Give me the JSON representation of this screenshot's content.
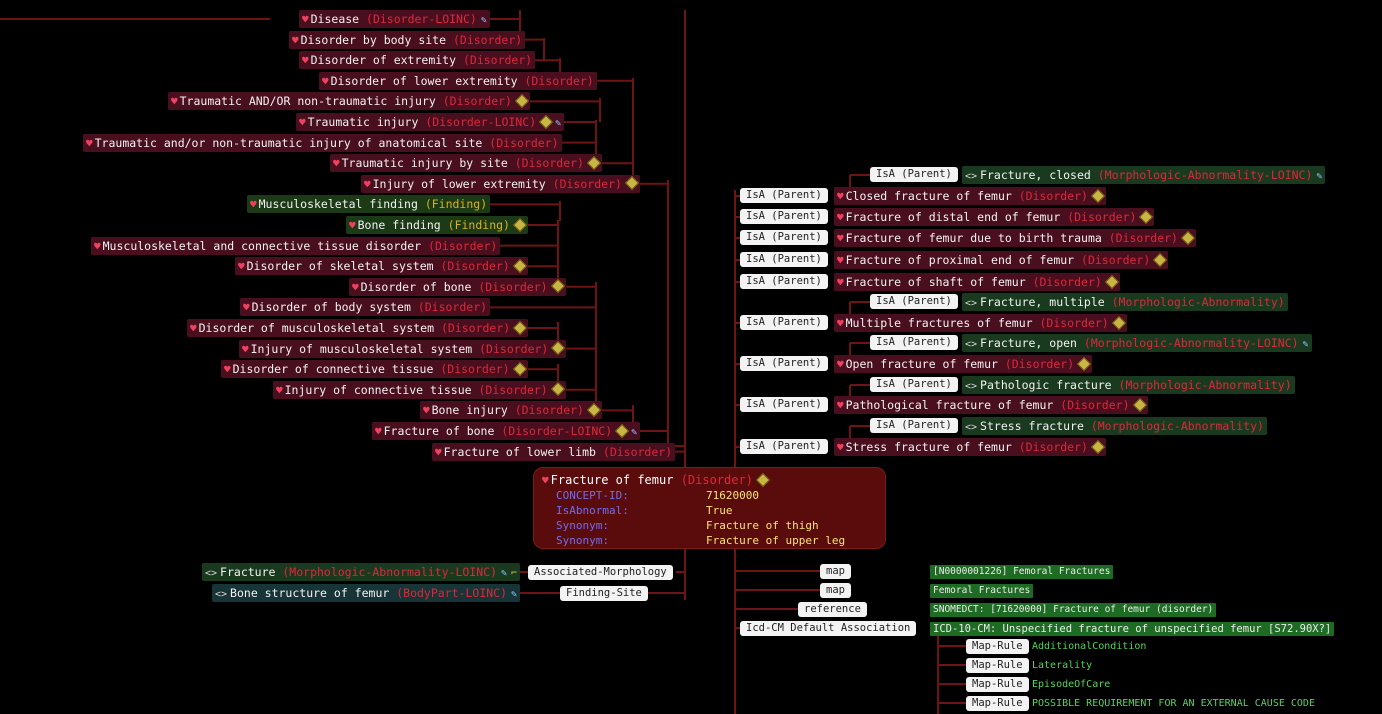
{
  "ancestors": [
    {
      "label": "Disease",
      "sem": "(Disorder-LOINC)",
      "kind": "disorder",
      "heart": true,
      "diamond": false,
      "pen": true
    },
    {
      "label": "Disorder by body site",
      "sem": "(Disorder)",
      "kind": "disorder",
      "heart": true,
      "diamond": false,
      "pen": false
    },
    {
      "label": "Disorder of extremity",
      "sem": "(Disorder)",
      "kind": "disorder",
      "heart": true,
      "diamond": false,
      "pen": false
    },
    {
      "label": "Disorder of lower extremity",
      "sem": "(Disorder)",
      "kind": "disorder",
      "heart": true,
      "diamond": false,
      "pen": false
    },
    {
      "label": "Traumatic AND/OR non-traumatic injury",
      "sem": "(Disorder)",
      "kind": "disorder",
      "heart": true,
      "diamond": true,
      "pen": false
    },
    {
      "label": "Traumatic injury",
      "sem": "(Disorder-LOINC)",
      "kind": "disorder",
      "heart": true,
      "diamond": true,
      "pen": true
    },
    {
      "label": "Traumatic and/or non-traumatic injury of anatomical site",
      "sem": "(Disorder)",
      "kind": "disorder",
      "heart": true,
      "diamond": false,
      "pen": false
    },
    {
      "label": "Traumatic injury by site",
      "sem": "(Disorder)",
      "kind": "disorder",
      "heart": true,
      "diamond": true,
      "pen": false
    },
    {
      "label": "Injury of lower extremity",
      "sem": "(Disorder)",
      "kind": "disorder",
      "heart": true,
      "diamond": true,
      "pen": false
    },
    {
      "label": "Musculoskeletal finding",
      "sem": "(Finding)",
      "kind": "finding",
      "heart": true,
      "diamond": false,
      "pen": false
    },
    {
      "label": "Bone finding",
      "sem": "(Finding)",
      "kind": "finding",
      "heart": true,
      "diamond": true,
      "pen": false
    },
    {
      "label": "Musculoskeletal and connective tissue disorder",
      "sem": "(Disorder)",
      "kind": "disorder",
      "heart": true,
      "diamond": false,
      "pen": false
    },
    {
      "label": "Disorder of skeletal system",
      "sem": "(Disorder)",
      "kind": "disorder",
      "heart": true,
      "diamond": true,
      "pen": false
    },
    {
      "label": "Disorder of bone",
      "sem": "(Disorder)",
      "kind": "disorder",
      "heart": true,
      "diamond": true,
      "pen": false
    },
    {
      "label": "Disorder of body system",
      "sem": "(Disorder)",
      "kind": "disorder",
      "heart": true,
      "diamond": false,
      "pen": false
    },
    {
      "label": "Disorder of musculoskeletal system",
      "sem": "(Disorder)",
      "kind": "disorder",
      "heart": true,
      "diamond": true,
      "pen": false
    },
    {
      "label": "Injury of musculoskeletal system",
      "sem": "(Disorder)",
      "kind": "disorder",
      "heart": true,
      "diamond": true,
      "pen": false
    },
    {
      "label": "Disorder of connective tissue",
      "sem": "(Disorder)",
      "kind": "disorder",
      "heart": true,
      "diamond": true,
      "pen": false
    },
    {
      "label": "Injury of connective tissue",
      "sem": "(Disorder)",
      "kind": "disorder",
      "heart": true,
      "diamond": true,
      "pen": false
    },
    {
      "label": "Bone injury",
      "sem": "(Disorder)",
      "kind": "disorder",
      "heart": true,
      "diamond": true,
      "pen": false
    },
    {
      "label": "Fracture of bone",
      "sem": "(Disorder-LOINC)",
      "kind": "disorder",
      "heart": true,
      "diamond": true,
      "pen": true
    },
    {
      "label": "Fracture of lower limb",
      "sem": "(Disorder)",
      "kind": "disorder",
      "heart": true,
      "diamond": false,
      "pen": false
    }
  ],
  "focus": {
    "label": "Fracture of femur",
    "sem": "(Disorder)",
    "properties": [
      {
        "key": "CONCEPT-ID:",
        "value": "71620000"
      },
      {
        "key": "IsAbnormal:",
        "value": "True"
      },
      {
        "key": "Synonym:",
        "value": "Fracture of thigh"
      },
      {
        "key": "Synonym:",
        "value": "Fracture of upper leg"
      }
    ]
  },
  "attributes": [
    {
      "label": "Fracture",
      "sem": "(Morphologic-Abnormality-LOINC)",
      "kind": "morph",
      "relation": "Associated-Morphology"
    },
    {
      "label": "Bone structure of femur",
      "sem": "(BodyPart-LOINC)",
      "kind": "body",
      "relation": "Finding-Site"
    }
  ],
  "children": [
    {
      "relation": "IsA (Parent)",
      "label": "Closed fracture of femur",
      "sem": "(Disorder)",
      "parent": {
        "relation": "IsA (Parent)",
        "label": "Fracture, closed",
        "sem": "(Morphologic-Abnormality-LOINC)"
      }
    },
    {
      "relation": "IsA (Parent)",
      "label": "Fracture of distal end of femur",
      "sem": "(Disorder)"
    },
    {
      "relation": "IsA (Parent)",
      "label": "Fracture of femur due to birth trauma",
      "sem": "(Disorder)"
    },
    {
      "relation": "IsA (Parent)",
      "label": "Fracture of proximal end of femur",
      "sem": "(Disorder)"
    },
    {
      "relation": "IsA (Parent)",
      "label": "Fracture of shaft of femur",
      "sem": "(Disorder)"
    },
    {
      "relation": "IsA (Parent)",
      "label": "Multiple fractures of femur",
      "sem": "(Disorder)",
      "parent": {
        "relation": "IsA (Parent)",
        "label": "Fracture, multiple",
        "sem": "(Morphologic-Abnormality)"
      }
    },
    {
      "relation": "IsA (Parent)",
      "label": "Open fracture of femur",
      "sem": "(Disorder)",
      "parent": {
        "relation": "IsA (Parent)",
        "label": "Fracture, open",
        "sem": "(Morphologic-Abnormality-LOINC)"
      }
    },
    {
      "relation": "IsA (Parent)",
      "label": "Pathological fracture of femur",
      "sem": "(Disorder)",
      "parent": {
        "relation": "IsA (Parent)",
        "label": "Pathologic fracture",
        "sem": "(Morphologic-Abnormality)"
      }
    },
    {
      "relation": "IsA (Parent)",
      "label": "Stress fracture of femur",
      "sem": "(Disorder)",
      "parent": {
        "relation": "IsA (Parent)",
        "label": "Stress fracture",
        "sem": "(Morphologic-Abnormality)"
      }
    }
  ],
  "mappings": [
    {
      "relation": "map",
      "value": "[N0000001226] Femoral Fractures"
    },
    {
      "relation": "map",
      "value": "Femoral Fractures"
    },
    {
      "relation": "reference",
      "value": "SNOMEDCT: [71620000] Fracture of femur (disorder)"
    },
    {
      "relation": "Icd-CM Default Association",
      "value": "ICD-10-CM: Unspecified fracture of unspecified femur [S72.90X?]"
    }
  ],
  "map_rules": [
    {
      "relation": "Map-Rule",
      "value": "AdditionalCondition"
    },
    {
      "relation": "Map-Rule",
      "value": "Laterality"
    },
    {
      "relation": "Map-Rule",
      "value": "EpisodeOfCare"
    },
    {
      "relation": "Map-Rule",
      "value": "POSSIBLE REQUIREMENT FOR AN EXTERNAL CAUSE CODE"
    }
  ],
  "colors": {
    "edge": "#6e1414",
    "disorder_bg": "#4a0f1e",
    "finding_bg": "#1d3a17",
    "semantic_red": "#e0263a",
    "semantic_yellow": "#d8b21c",
    "key_blue": "#6f6cf2",
    "value_yellow": "#f7e27a",
    "map_green": "#1e6b24"
  },
  "icons": {
    "concept": "heart-icon",
    "morphology": "arrow-pair-icon",
    "defined": "diamond-icon",
    "edit": "pencil-icon"
  }
}
